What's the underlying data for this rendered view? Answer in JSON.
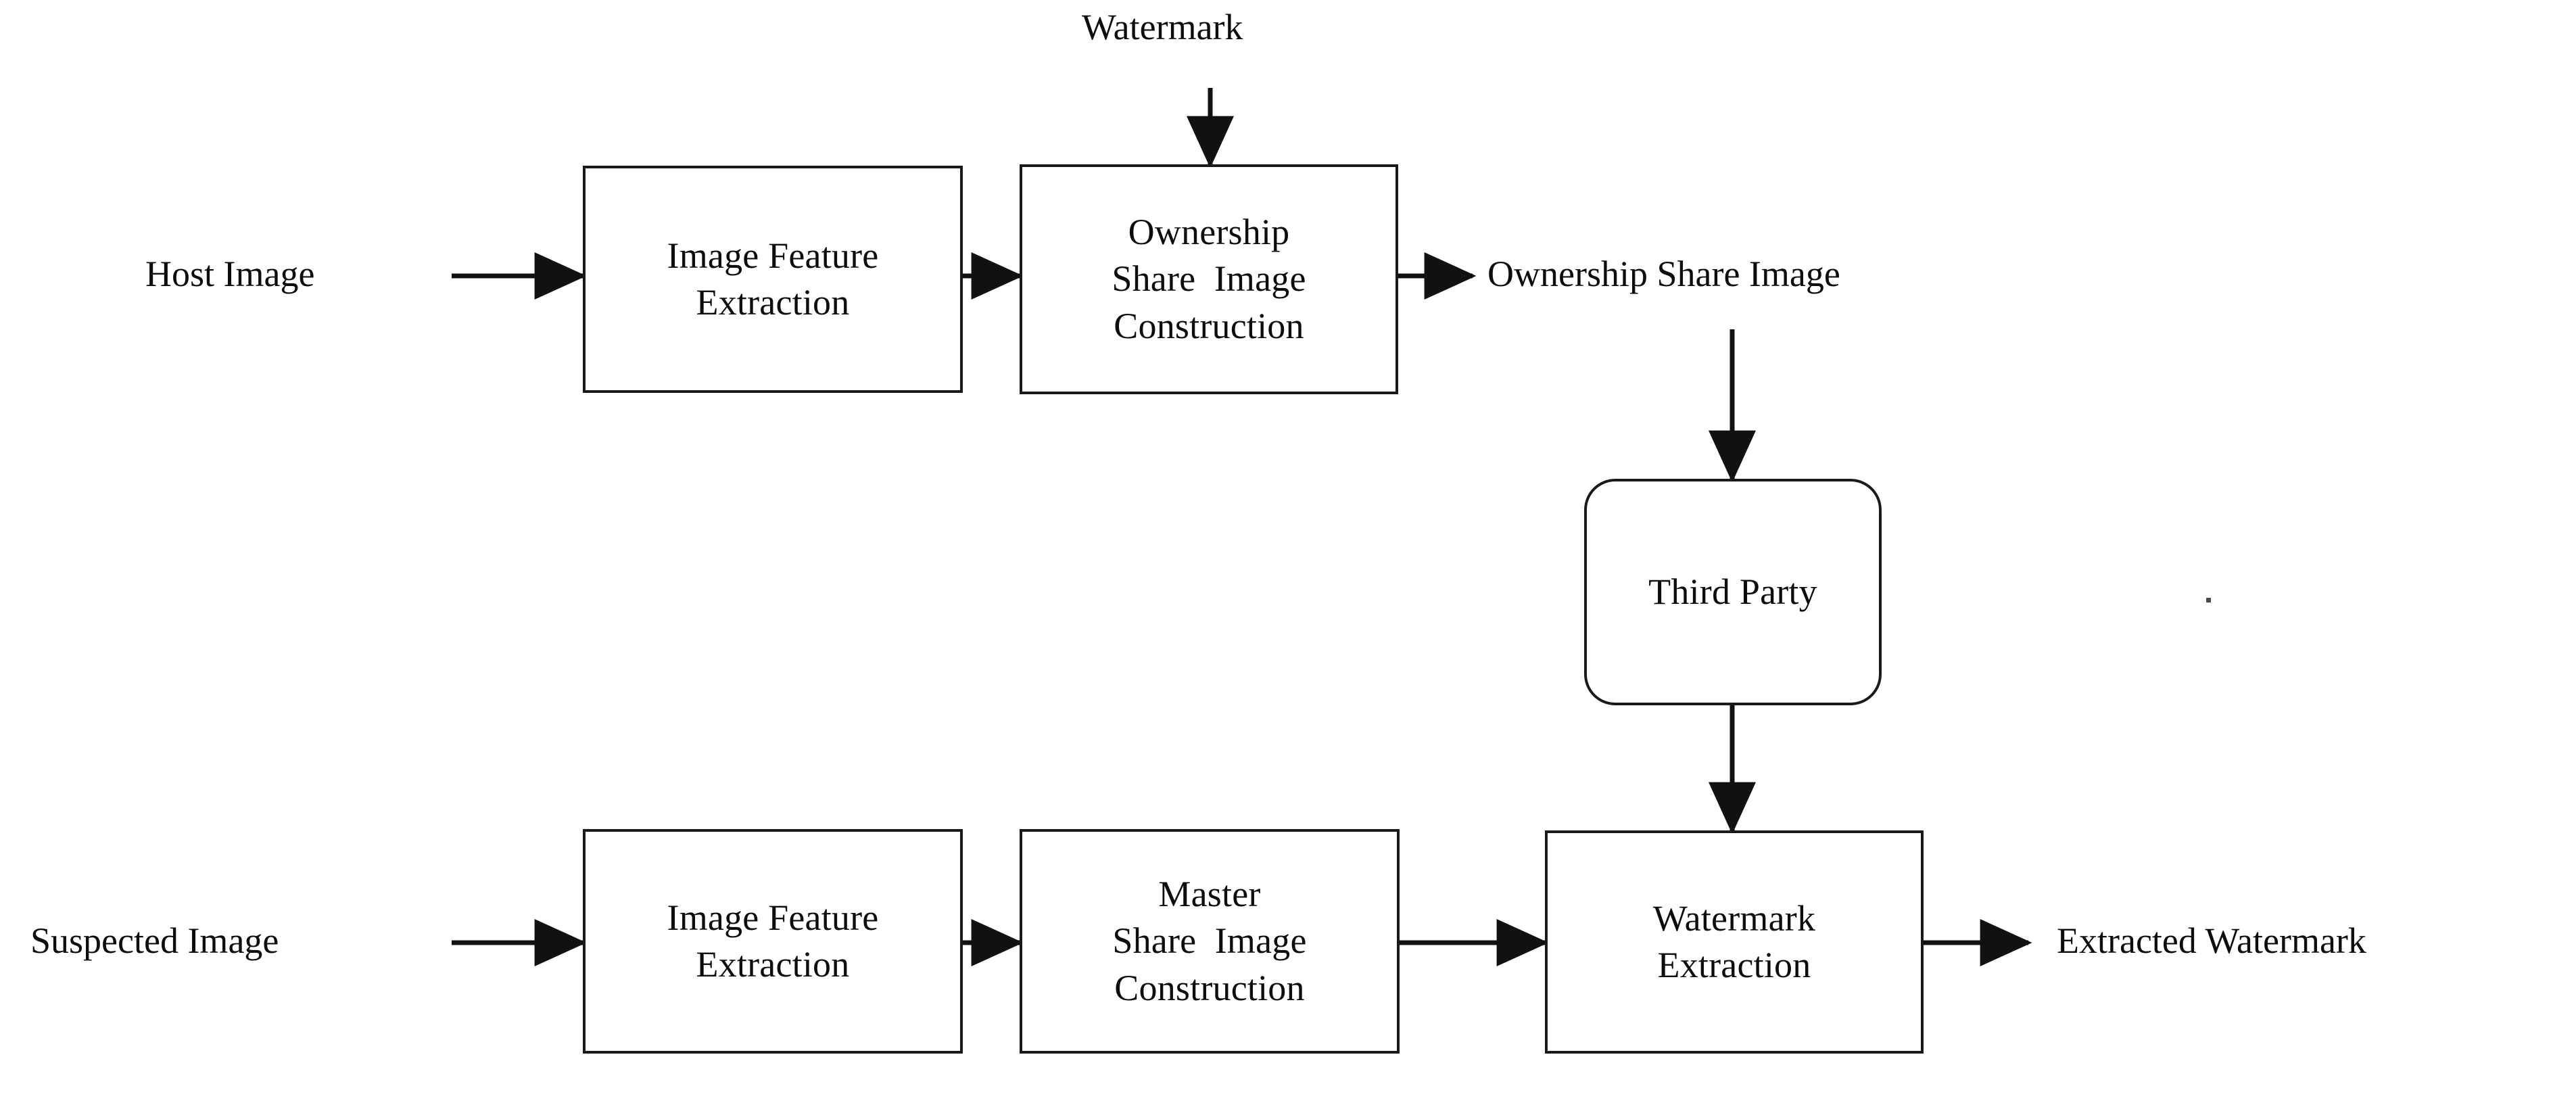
{
  "diagram": {
    "title": "Watermark ownership share / master share block diagram",
    "stroke_color": "#1a1a1a",
    "text_color": "#0d0d0d",
    "background_color": "#ffffff"
  },
  "labels": {
    "host_image": "Host Image",
    "watermark": "Watermark",
    "ownership_share_image": "Ownership Share Image",
    "suspected_image": "Suspected Image",
    "extracted_watermark": "Extracted Watermark"
  },
  "boxes": {
    "embed_feature_extraction": {
      "lines": [
        "Image Feature",
        "Extraction"
      ]
    },
    "ownership_share_construction": {
      "lines": [
        "Ownership",
        "Share  Image",
        "Construction"
      ]
    },
    "third_party": {
      "lines": [
        "Third Party"
      ]
    },
    "detect_feature_extraction": {
      "lines": [
        "Image Feature",
        "Extraction"
      ]
    },
    "master_share_construction": {
      "lines": [
        "Master",
        "Share  Image",
        "Construction"
      ]
    },
    "watermark_extraction": {
      "lines": [
        "Watermark",
        "Extraction"
      ]
    }
  },
  "flow": {
    "embedding_stage": [
      "Host Image",
      "Image Feature Extraction",
      "Ownership Share Image Construction",
      "Ownership Share Image"
    ],
    "watermark_input": "Watermark",
    "registration": "Third Party",
    "detection_stage": [
      "Suspected Image",
      "Image Feature Extraction",
      "Master Share Image Construction",
      "Watermark Extraction",
      "Extracted Watermark"
    ]
  }
}
